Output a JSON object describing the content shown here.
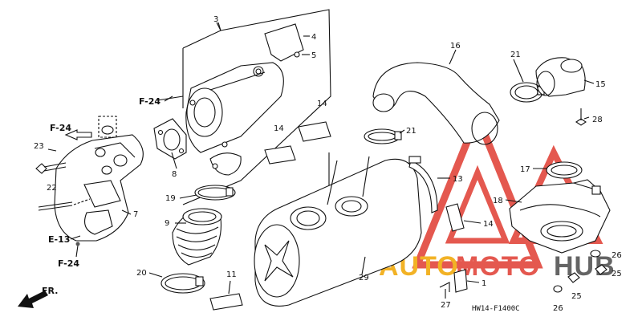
{
  "diagram": {
    "part_callouts": {
      "c1": "1",
      "c3": "3",
      "c4": "4",
      "c5": "5",
      "c7": "7",
      "c8": "8",
      "c9": "9",
      "c11": "11",
      "c13": "13",
      "c14a": "14",
      "c14b": "14",
      "c14c": "14",
      "c15": "15",
      "c16": "16",
      "c17": "17",
      "c18": "18",
      "c19": "19",
      "c20": "20",
      "c21a": "21",
      "c21b": "21",
      "c22": "22",
      "c23": "23",
      "c25a": "25",
      "c25b": "25",
      "c26a": "26",
      "c26b": "26",
      "c27": "27",
      "c28": "28",
      "c29": "29"
    },
    "references": {
      "f24_top": "F-24",
      "f24_left": "F-24",
      "f24_bottom": "F-24",
      "e13": "E-13",
      "front": "FR."
    },
    "drawing_code": "HW14-F1400C"
  },
  "watermark": {
    "text_auto": "AUTO",
    "text_moto": "MOTO",
    "text_hub": "HUB",
    "color_orange": "#f0a500",
    "color_red": "#e03c31",
    "color_dark": "#4a4a4a"
  }
}
